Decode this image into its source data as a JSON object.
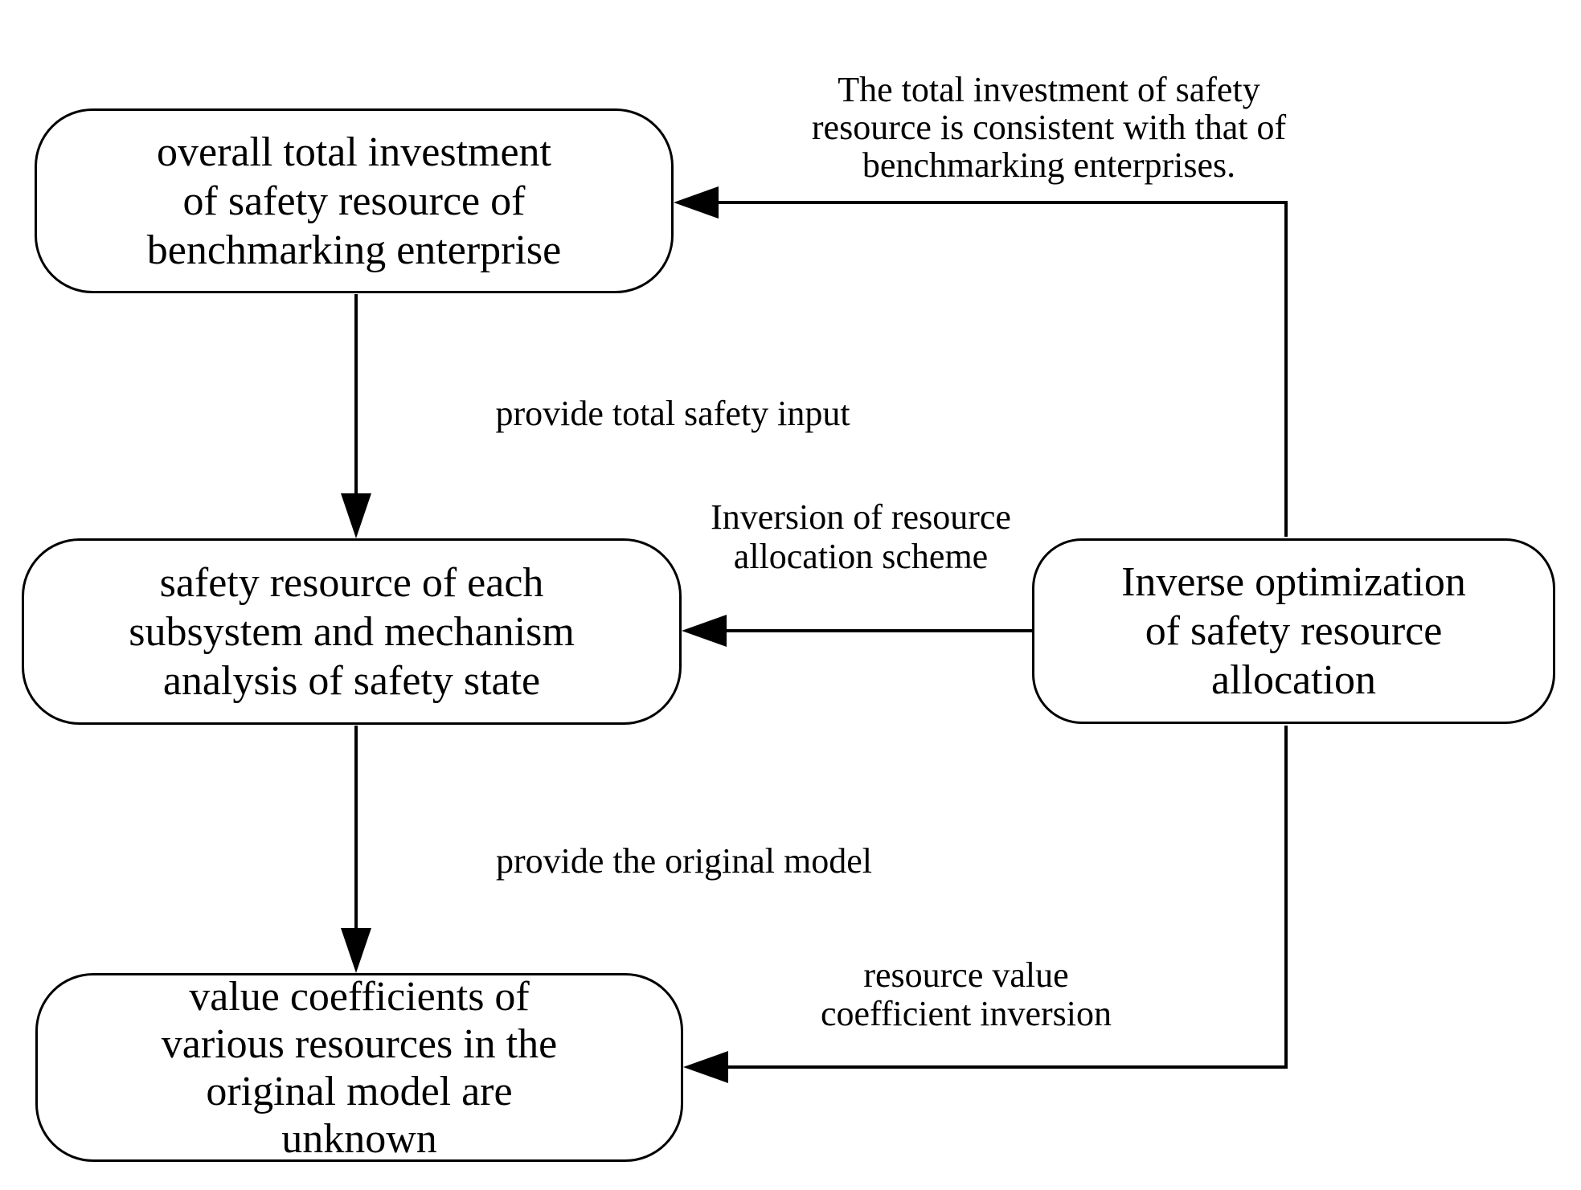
{
  "diagram": {
    "title": "inverse optimization of safety resource allocation flowchart",
    "colors": {
      "ink": "#000000",
      "paper": "#ffffff",
      "node_fill": "#ffffff",
      "node_border": "#000000"
    },
    "boxes": {
      "benchmark": {
        "lines": [
          "overall total investment",
          "of safety resource of",
          "benchmarking enterprise"
        ]
      },
      "subsystem": {
        "lines": [
          "safety resource of each",
          "subsystem and mechanism",
          "analysis of safety state"
        ]
      },
      "coefficients": {
        "lines": [
          "value coefficients of",
          "various resources in the",
          "original model are",
          "unknown"
        ]
      },
      "inverse": {
        "lines": [
          "Inverse optimization",
          "of safety resource",
          "allocation"
        ]
      }
    },
    "labels": {
      "consistency": {
        "lines": [
          "The total investment of safety",
          "resource is consistent with that of",
          "benchmarking enterprises."
        ]
      },
      "provide_input": "provide total safety input",
      "inversion_scheme": {
        "lines": [
          "Inversion of resource",
          "allocation scheme"
        ]
      },
      "provide_model": "provide the original model",
      "resource_value": {
        "lines": [
          "resource value",
          "coefficient inversion"
        ]
      }
    }
  }
}
